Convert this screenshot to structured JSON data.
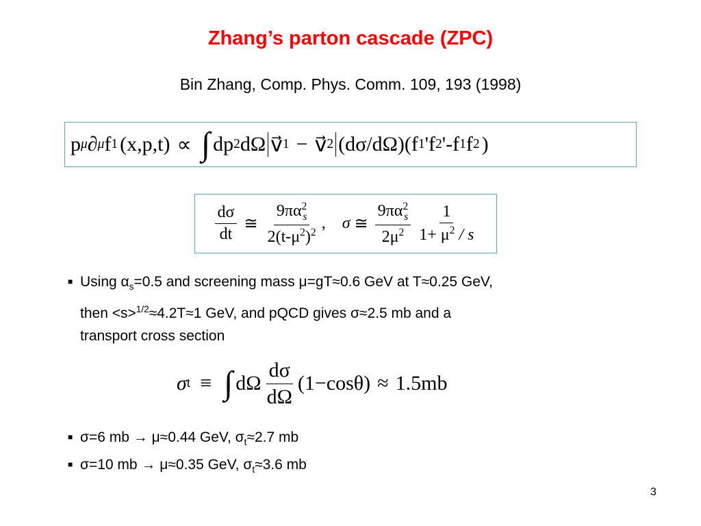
{
  "slide": {
    "title": "Zhang’s parton cascade (ZPC)",
    "title_color": "#ff0000",
    "subtitle": "Bin Zhang, Comp. Phys. Comm. 109, 193 (1998)",
    "page_number": "3"
  },
  "eq1": {
    "lhs_p": "p",
    "mu_sup": "μ",
    "partial": "∂",
    "mu_sub": "μ",
    "f": "f",
    "sub1": "1",
    "args": "(x,p,t)",
    "propto": "∝",
    "integral": "∫",
    "dp": "dp",
    "sub2": "2",
    "dOmega": "dΩ",
    "v1": "v⃗",
    "v1_sub": "1",
    "minus": "−",
    "v2": "v⃗",
    "v2_sub": "2",
    "cross": "(dσ/dΩ)",
    "gain_loss": "(f",
    "gl_1": "1",
    "gl_mid": "'f",
    "gl_2": "2",
    "gl_mid2": "'-f",
    "gl_3": "1",
    "gl_end": "f",
    "gl_4": "2",
    "close": ")"
  },
  "eq2": {
    "lhs_num": "dσ",
    "lhs_den": "dt",
    "approx": "≅",
    "rhs1_num": "9πα",
    "rhs1_num_sup": "2",
    "rhs1_num_sub": "s",
    "rhs1_den": "2(t-μ",
    "rhs1_den_sup": "2",
    "rhs1_den_end": ")",
    "rhs1_den_sup2": "2",
    "comma": ",",
    "sigma": "σ",
    "approx2": "≅",
    "rhs2_num": "9πα",
    "rhs2_num_sup": "2",
    "rhs2_num_sub": "s",
    "rhs2_den": "2μ",
    "rhs2_den_sup": "2",
    "rhs3_num": "1",
    "rhs3_den": "1+ μ",
    "rhs3_den_sup": "2",
    "rhs3_den_end": " / s"
  },
  "bullet1": {
    "mark": "■",
    "line1_a": "Using α",
    "line1_sub": "s",
    "line1_b": "=0.5 and screening mass μ=gT≈0.6 GeV at T≈0.25 GeV,",
    "line2_a": "then <s>",
    "line2_sup": "1/2",
    "line2_b": "≈4.2T≈1 GeV, and pQCD gives σ≈2.5 mb and a",
    "line3": "transport cross section"
  },
  "eq3": {
    "sigma": "σ",
    "sub_t": "t",
    "equiv": "≡",
    "integral": "∫",
    "dOmega": "dΩ",
    "frac_num": "dσ",
    "frac_den": "dΩ",
    "paren": "(1−cosθ)",
    "approx": "≈",
    "value": "1.5mb"
  },
  "bullets2": [
    {
      "mark": "■",
      "a": "σ=6 mb → μ≈0.44 GeV, σ",
      "sub": "t",
      "b": "≈2.7 mb"
    },
    {
      "mark": "■",
      "a": "σ=10 mb → μ≈0.35 GeV, σ",
      "sub": "t",
      "b": "≈3.6 mb"
    }
  ]
}
